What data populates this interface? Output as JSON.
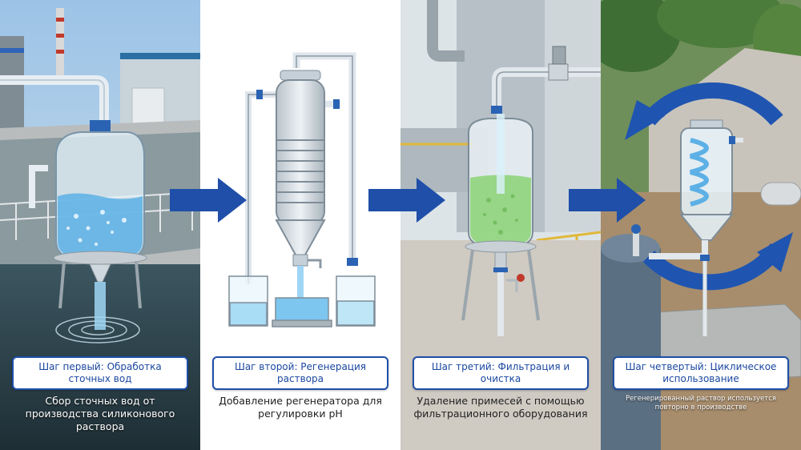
{
  "steps": [
    {
      "title": "Шаг первый: Обработка сточных вод",
      "description": "Сбор сточных вод от производства силиконового раствора"
    },
    {
      "title": "Шаг второй: Регенерация раствора",
      "description": "Добавление регенератора для регулировки pH"
    },
    {
      "title": "Шаг третий: Фильтрация и очистка",
      "description": "Удаление примесей с помощью фильтрационного оборудования"
    },
    {
      "title": "Шаг четвертый: Циклическое использование",
      "description": "Регенерированный раствор используется повторно в производстве"
    }
  ],
  "icons": {
    "flow_arrow": "right-arrow-icon",
    "cycle": "recycle-arrows-icon"
  },
  "colors": {
    "accent": "#1f4fa8",
    "water": "#7fc8ef",
    "filtered": "#8fd47a"
  }
}
